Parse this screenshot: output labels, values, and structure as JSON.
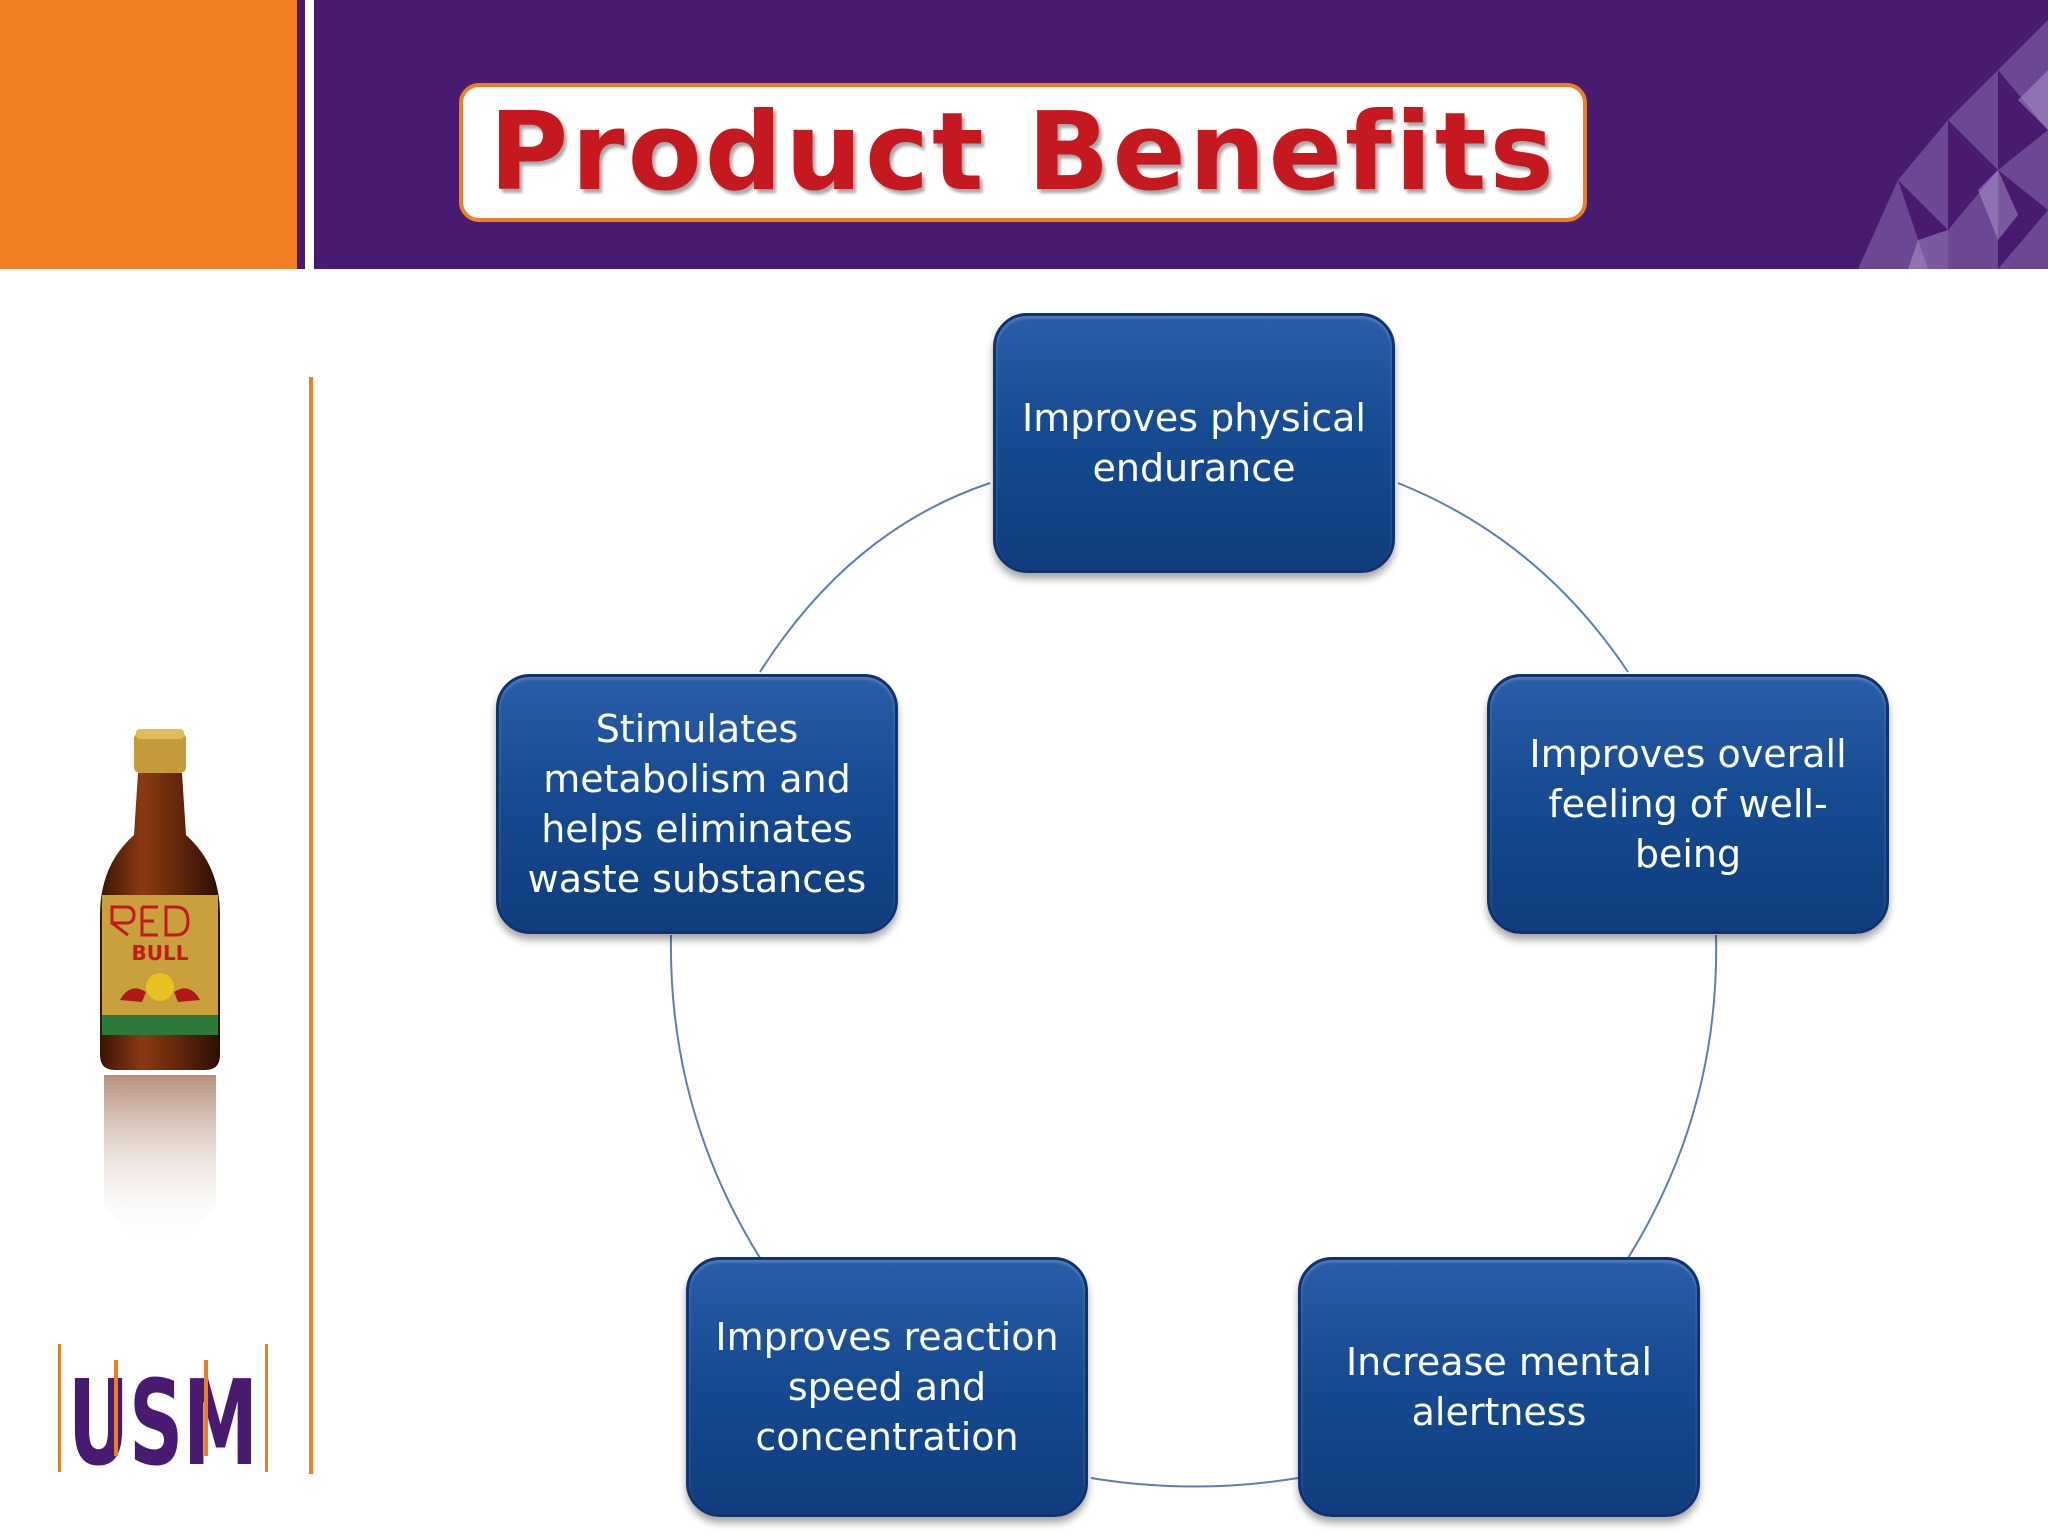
{
  "title": "Product Benefits",
  "benefits": [
    "Improves physical endurance",
    "Improves overall feeling of well-being",
    "Increase mental alertness",
    "Improves reaction speed and concentration",
    "Stimulates metabolism and helps eliminates waste substances"
  ],
  "bottle_label": "RED BULL",
  "logo_text": "USM",
  "colors": {
    "header_purple": "#481a70",
    "accent_orange": "#ef7d22",
    "title_red": "#c5181f",
    "node_blue": "#164b92"
  }
}
